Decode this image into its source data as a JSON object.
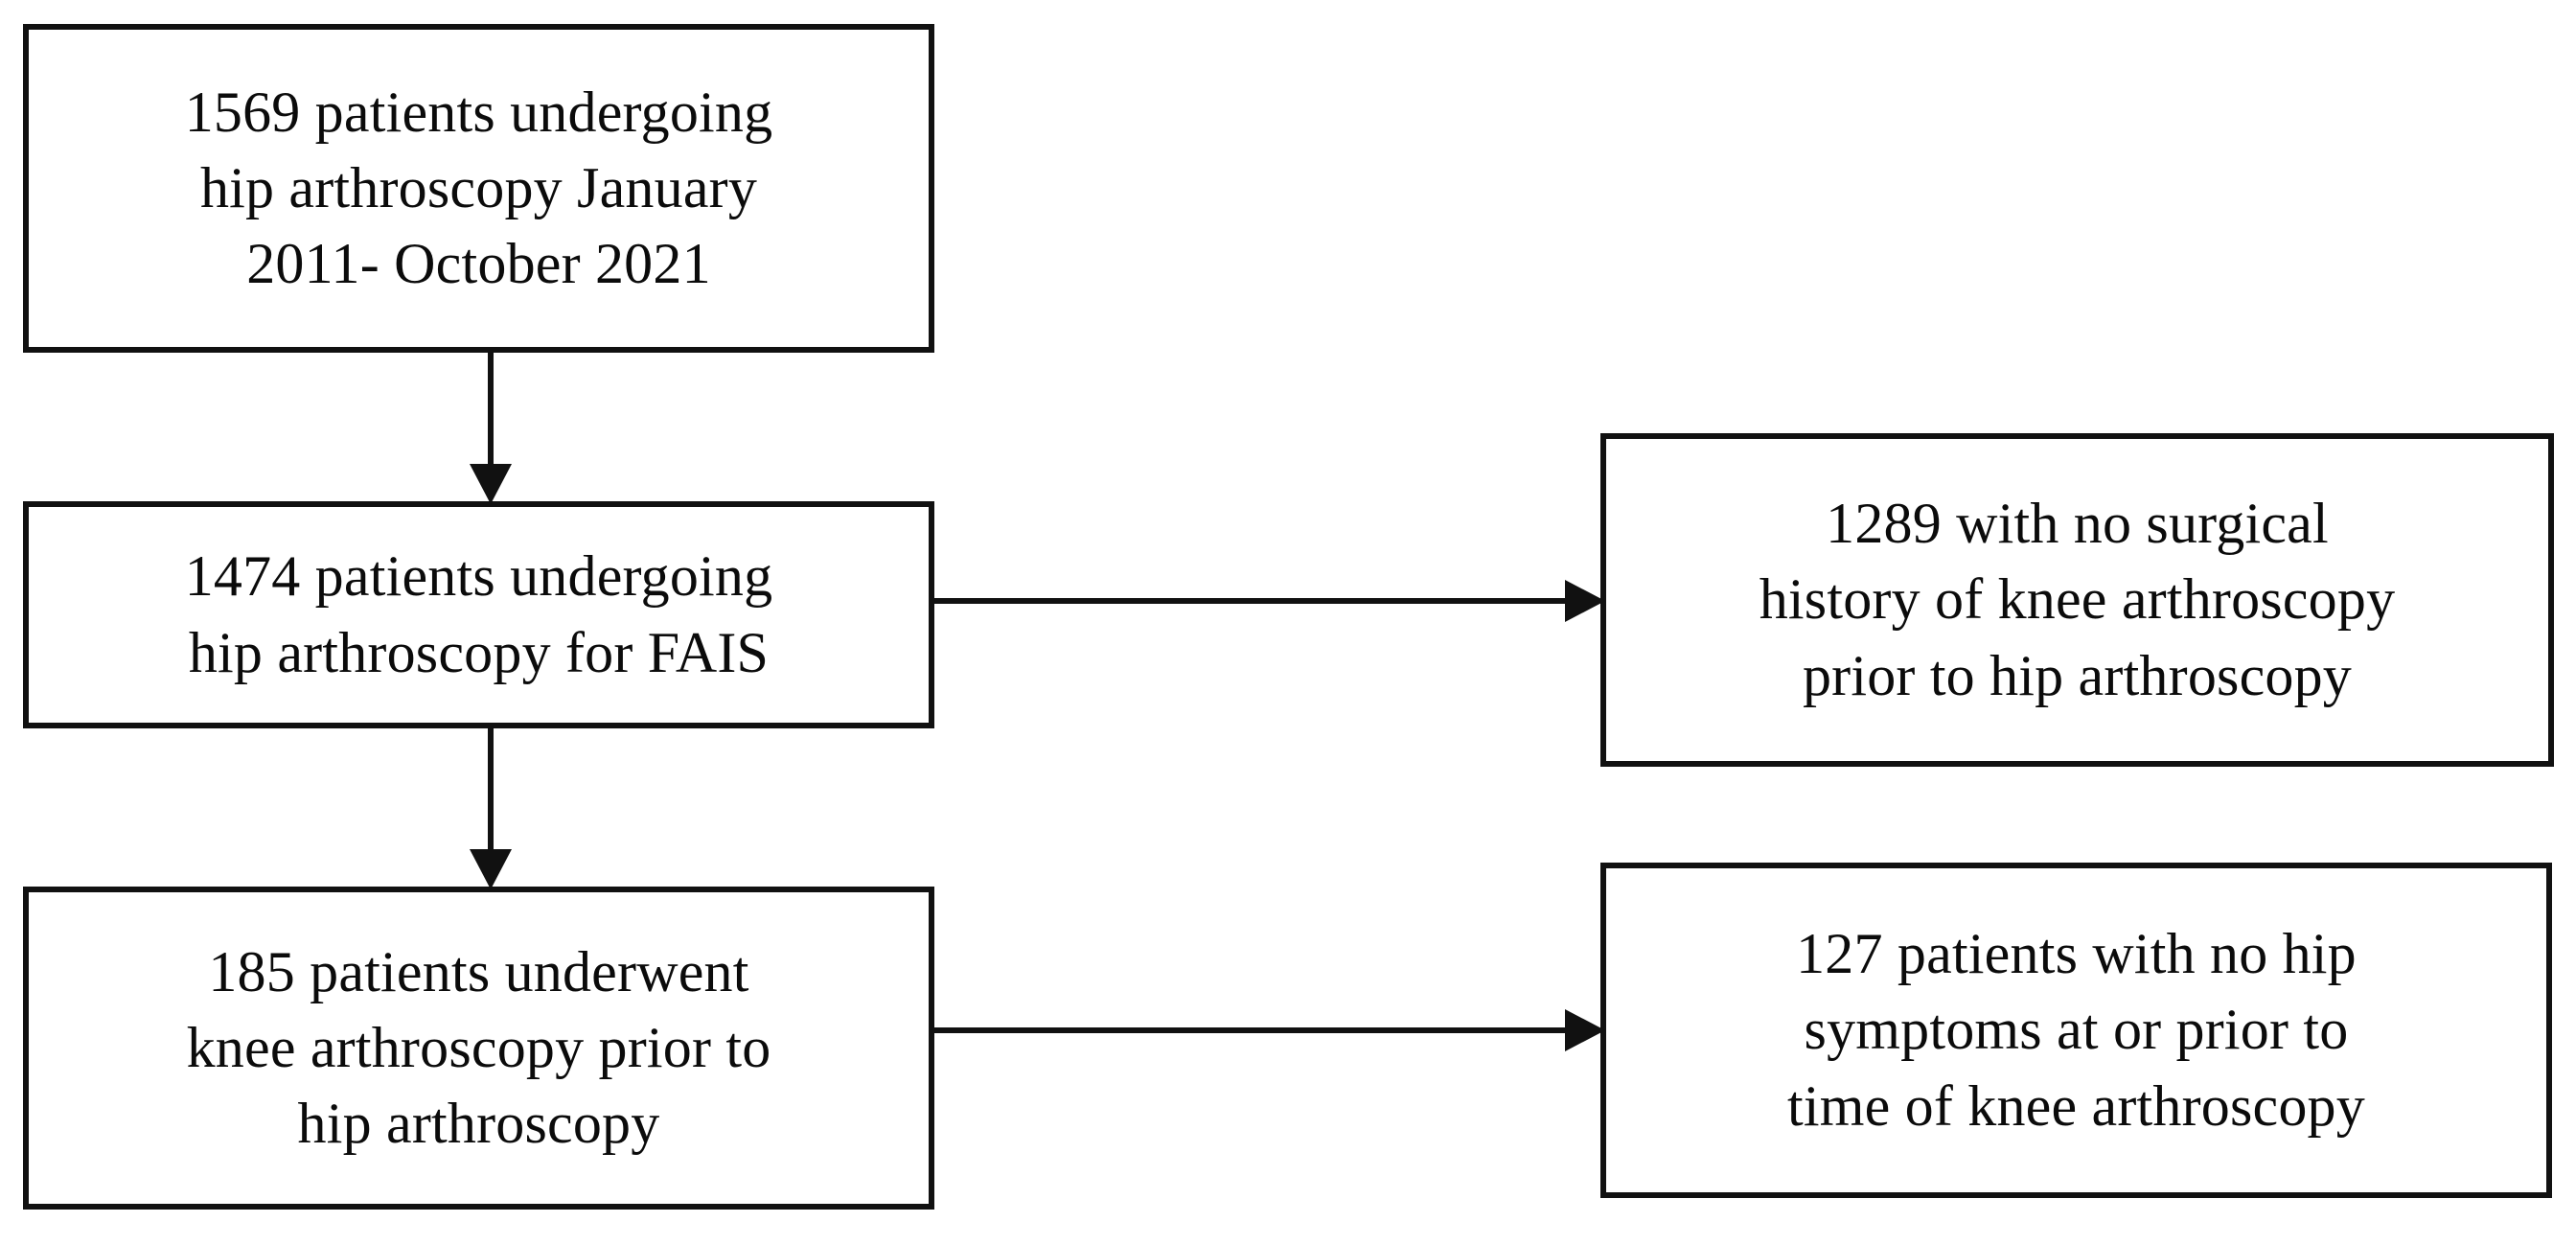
{
  "diagram": {
    "type": "flowchart",
    "orientation": "top-to-bottom with right-side exclusion branches",
    "background_color": "#ffffff",
    "line_color": "#111111",
    "text_color": "#0b0b0b",
    "nodes": [
      {
        "id": "screened",
        "text": "1569 patients undergoing\nhip arthroscopy January\n2011- October 2021",
        "count": 1569,
        "column": "left",
        "row": 1
      },
      {
        "id": "fais",
        "text": "1474 patients undergoing\nhip arthroscopy for FAIS",
        "count": 1474,
        "column": "left",
        "row": 2
      },
      {
        "id": "kneescope",
        "text": "185 patients underwent\nknee arthroscopy prior to\nhip arthroscopy",
        "count": 185,
        "column": "left",
        "row": 3
      },
      {
        "id": "noknee",
        "text": "1289 with no surgical\nhistory of knee arthroscopy\nprior to hip arthroscopy",
        "count": 1289,
        "column": "right",
        "row": 2
      },
      {
        "id": "nosymptoms",
        "text": "127 patients with no hip\nsymptoms at or prior to\ntime of knee arthroscopy",
        "count": 127,
        "column": "right",
        "row": 3
      }
    ],
    "edges": [
      {
        "id": "screened-to-fais",
        "from": "screened",
        "to": "fais",
        "direction": "down",
        "label": ""
      },
      {
        "id": "fais-to-kneescope",
        "from": "fais",
        "to": "kneescope",
        "direction": "down",
        "label": ""
      },
      {
        "id": "fais-to-noknee",
        "from": "fais",
        "to": "noknee",
        "direction": "right",
        "label": ""
      },
      {
        "id": "kneescope-to-nosymptoms",
        "from": "kneescope",
        "to": "nosymptoms",
        "direction": "right",
        "label": ""
      }
    ]
  }
}
